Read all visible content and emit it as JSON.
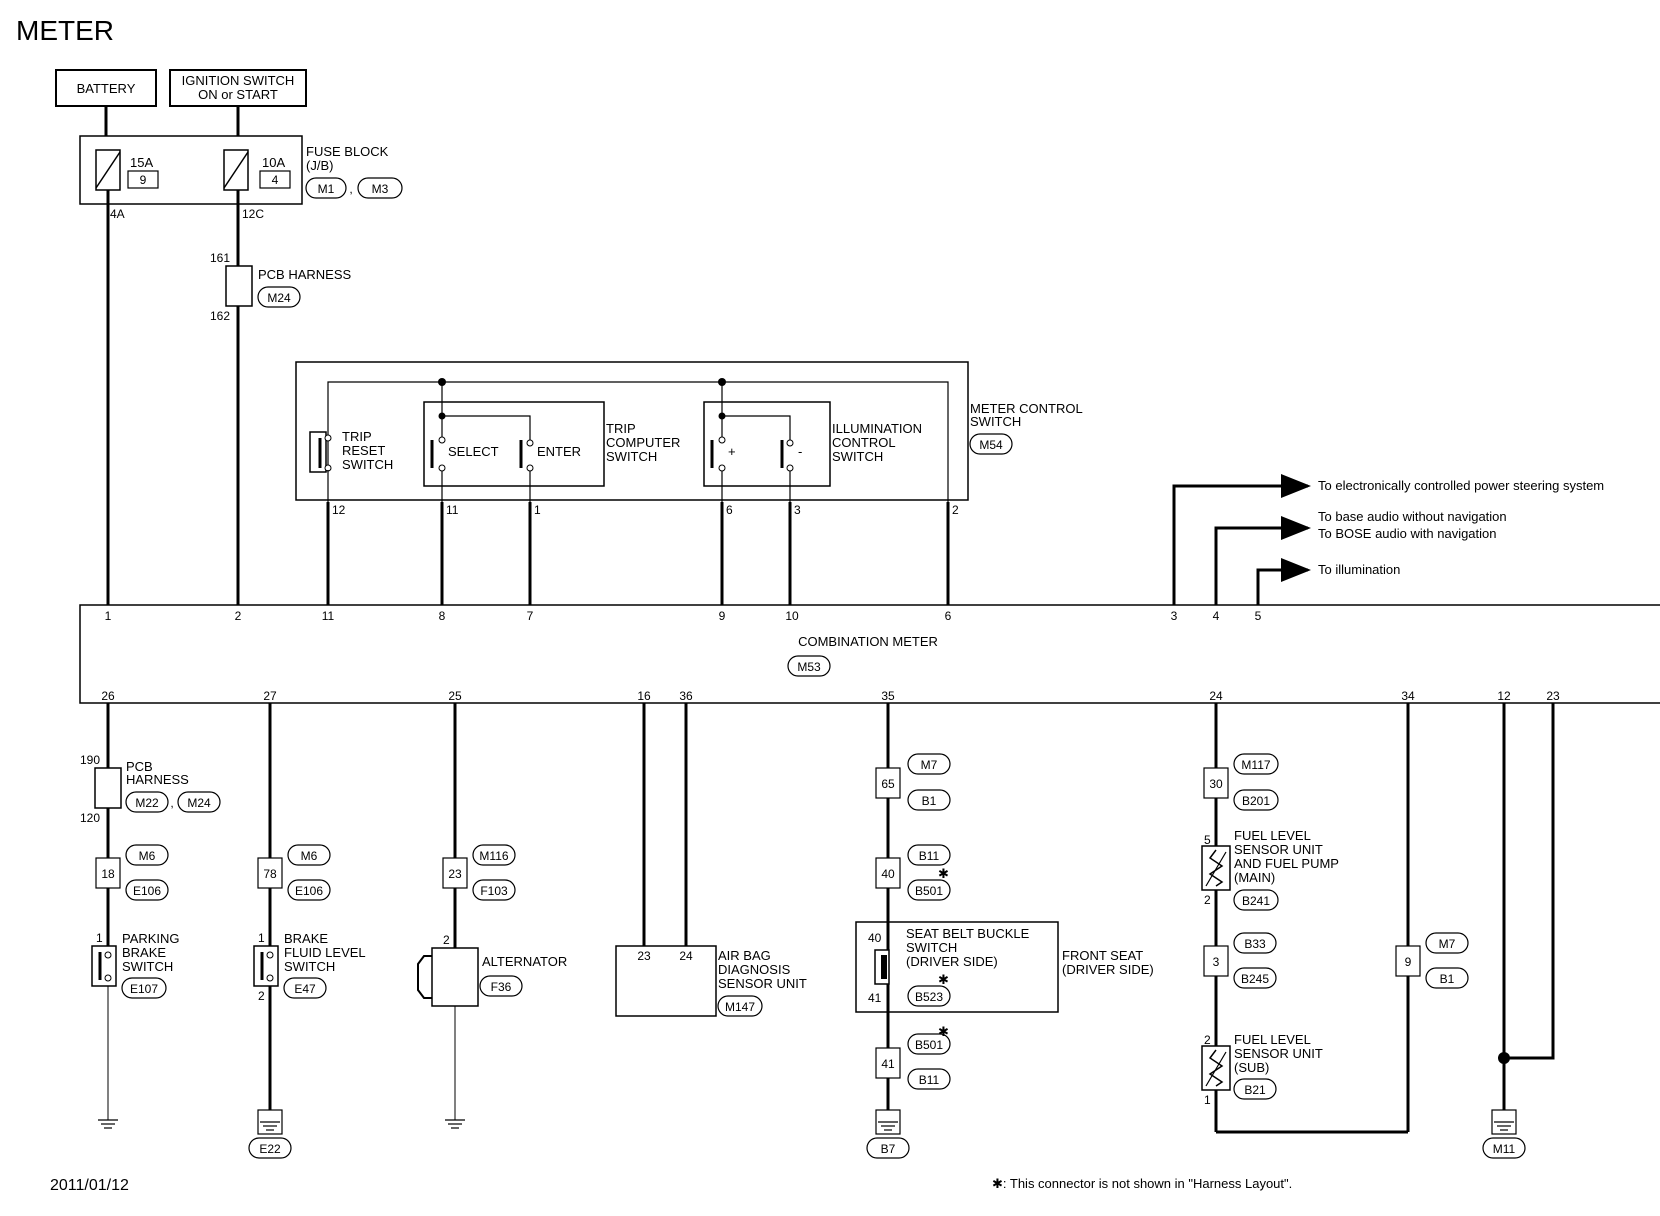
{
  "title": "METER",
  "date": "2011/01/12",
  "footnote": "✱: This connector is not shown in \"Harness Layout\".",
  "sources": {
    "battery": "BATTERY",
    "ignition_l1": "IGNITION SWITCH",
    "ignition_l2": "ON or START"
  },
  "fuse_block": {
    "label_l1": "FUSE BLOCK",
    "label_l2": "(J/B)",
    "fuse1_amp": "15A",
    "fuse1_no": "9",
    "fuse1_out": "4A",
    "fuse2_amp": "10A",
    "fuse2_no": "4",
    "fuse2_out": "12C",
    "conn1": "M1",
    "conn2": "M3"
  },
  "pcb_harness_top": {
    "label": "PCB HARNESS",
    "pin_in": "161",
    "pin_out": "162",
    "conn": "M24"
  },
  "meter_control_switch": {
    "label_l1": "METER CONTROL",
    "label_l2": "SWITCH",
    "conn": "M54",
    "trip_reset": [
      "TRIP",
      "RESET",
      "SWITCH"
    ],
    "select": "SELECT",
    "enter": "ENTER",
    "trip_computer": [
      "TRIP",
      "COMPUTER",
      "SWITCH"
    ],
    "illum_plus": "+",
    "illum_minus": "-",
    "illum_control": [
      "ILLUMINATION",
      "CONTROL",
      "SWITCH"
    ],
    "pins": [
      "12",
      "11",
      "1",
      "6",
      "3",
      "2"
    ]
  },
  "outputs": {
    "eps": "To electronically controlled power steering system",
    "audio_l1": "To base audio without navigation",
    "audio_l2": "To BOSE audio with navigation",
    "illum": "To illumination"
  },
  "combination_meter": {
    "label": "COMBINATION METER",
    "conn": "M53",
    "top_pins": [
      "1",
      "2",
      "11",
      "8",
      "7",
      "9",
      "10",
      "6",
      "3",
      "4",
      "5"
    ],
    "bottom_pins": [
      "26",
      "27",
      "25",
      "16",
      "36",
      "35",
      "24",
      "34",
      "12",
      "23"
    ]
  },
  "pcb_harness_bottom": {
    "label_l1": "PCB",
    "label_l2": "HARNESS",
    "pin_in": "190",
    "pin_out": "120",
    "conn1": "M22",
    "conn2": "M24"
  },
  "parking_brake": {
    "joint": "18",
    "joint_conn_top": "M6",
    "joint_conn_bottom": "E106",
    "pin": "1",
    "label": [
      "PARKING",
      "BRAKE",
      "SWITCH"
    ],
    "conn": "E107"
  },
  "brake_fluid": {
    "joint": "78",
    "joint_conn_top": "M6",
    "joint_conn_bottom": "E106",
    "pin_in": "1",
    "pin_out": "2",
    "label": [
      "BRAKE",
      "FLUID LEVEL",
      "SWITCH"
    ],
    "conn": "E47",
    "ground": "E22"
  },
  "alternator": {
    "joint": "23",
    "joint_conn_top": "M116",
    "joint_conn_bottom": "F103",
    "pin": "2",
    "label": "ALTERNATOR",
    "conn": "F36"
  },
  "airbag": {
    "pin1": "23",
    "pin2": "24",
    "label": [
      "AIR BAG",
      "DIAGNOSIS",
      "SENSOR UNIT"
    ],
    "conn": "M147"
  },
  "seat_belt": {
    "joint1": "65",
    "joint1_top": "M7",
    "joint1_bottom": "B1",
    "joint2": "40",
    "joint2_top": "B11",
    "joint2_bottom": "B501",
    "pin_in": "40",
    "pin_out": "41",
    "label": [
      "SEAT BELT BUCKLE",
      "SWITCH",
      "(DRIVER SIDE)"
    ],
    "conn": "B523",
    "front_seat": [
      "FRONT SEAT",
      "(DRIVER SIDE)"
    ],
    "joint3": "41",
    "joint3_top": "B501",
    "joint3_bottom": "B11",
    "ground": "B7",
    "star": "✱"
  },
  "fuel": {
    "joint1": "30",
    "joint1_top": "M117",
    "joint1_bottom": "B201",
    "main_pin_in": "5",
    "main_pin_out": "2",
    "main_label": [
      "FUEL LEVEL",
      "SENSOR UNIT",
      "AND FUEL PUMP",
      "(MAIN)"
    ],
    "main_conn": "B241",
    "joint2": "3",
    "joint2_top": "B33",
    "joint2_bottom": "B245",
    "sub_pin_in": "2",
    "sub_pin_out": "1",
    "sub_label": [
      "FUEL LEVEL",
      "SENSOR UNIT",
      "(SUB)"
    ],
    "sub_conn": "B21"
  },
  "joint34": {
    "joint": "9",
    "top": "M7",
    "bottom": "B1"
  },
  "ground_m11": "M11"
}
